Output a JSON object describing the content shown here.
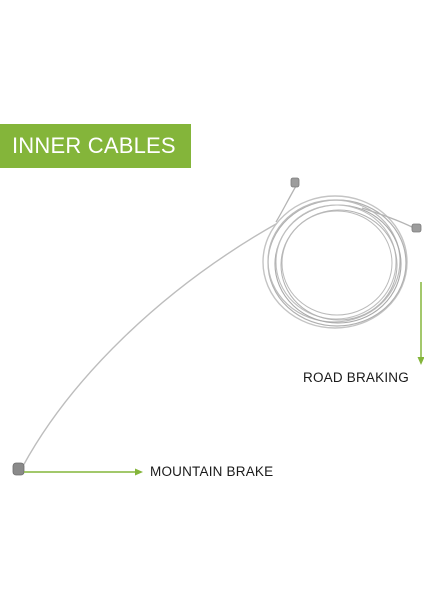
{
  "banner": {
    "title": "INNER CABLES"
  },
  "labels": {
    "road": "ROAD BRAKING",
    "mountain": "MOUNTAIN BRAKE"
  },
  "colors": {
    "banner_bg": "#84b53a",
    "arrow": "#84b53a",
    "cable": "#b4b4b4",
    "cable_dark": "#8f8f8f",
    "text": "#1a1a1a"
  }
}
